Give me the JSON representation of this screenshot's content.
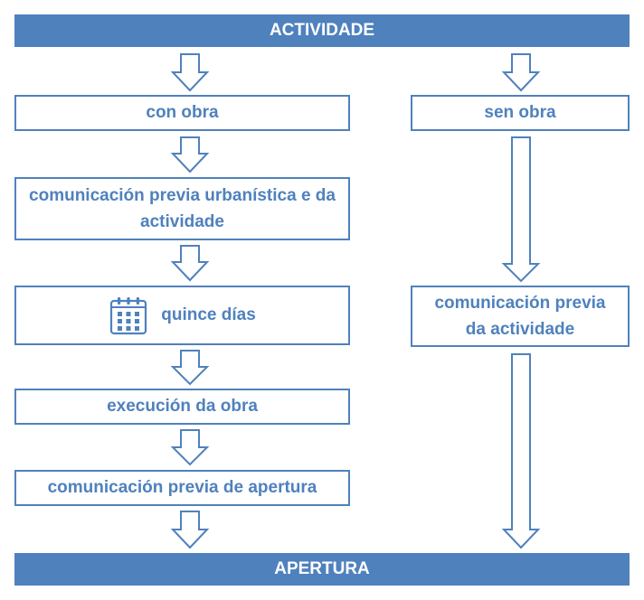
{
  "header": {
    "title": "ACTIVIDADE"
  },
  "left": {
    "box1": "con obra",
    "box2": "comunicación previa urbanística e da actividade",
    "box3": "quince días",
    "box4": "execución da obra",
    "box5": "comunicación previa de apertura"
  },
  "right": {
    "box1": "sen obra",
    "box2": "comunicación previa da actividade"
  },
  "footer": {
    "title": "APERTURA"
  },
  "icons": {
    "calendar": "calendar-icon"
  },
  "colors": {
    "accent": "#4f81bd",
    "text_on_accent": "#ffffff"
  }
}
